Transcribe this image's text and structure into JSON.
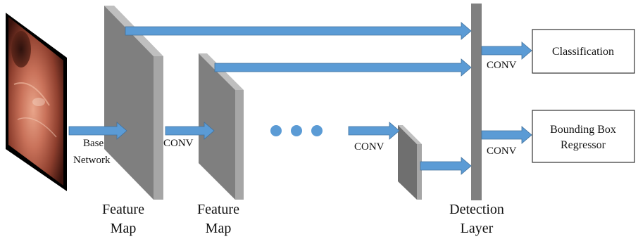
{
  "input_image": {
    "description_icon": "endoscopy-image"
  },
  "labels": {
    "base": "Base",
    "network": "Network",
    "conv_1": "CONV",
    "conv_2": "CONV",
    "conv_3": "CONV",
    "conv_4": "CONV",
    "feature_map_1_line1": "Feature",
    "feature_map_1_line2": "Map",
    "feature_map_2_line1": "Feature",
    "feature_map_2_line2": "Map",
    "detection_line1": "Detection",
    "detection_line2": "Layer"
  },
  "outputs": {
    "classification": "Classification",
    "bbox_line1": "Bounding Box",
    "bbox_line2": "Regressor"
  },
  "colors": {
    "arrow": "#5b9bd5",
    "arrow_stroke": "#41719c",
    "feature_face": "#7f7f7f",
    "feature_side": "#a6a6a6",
    "detection_bar": "#808080",
    "dots": "#5b9bd5",
    "box_border": "#333333"
  }
}
